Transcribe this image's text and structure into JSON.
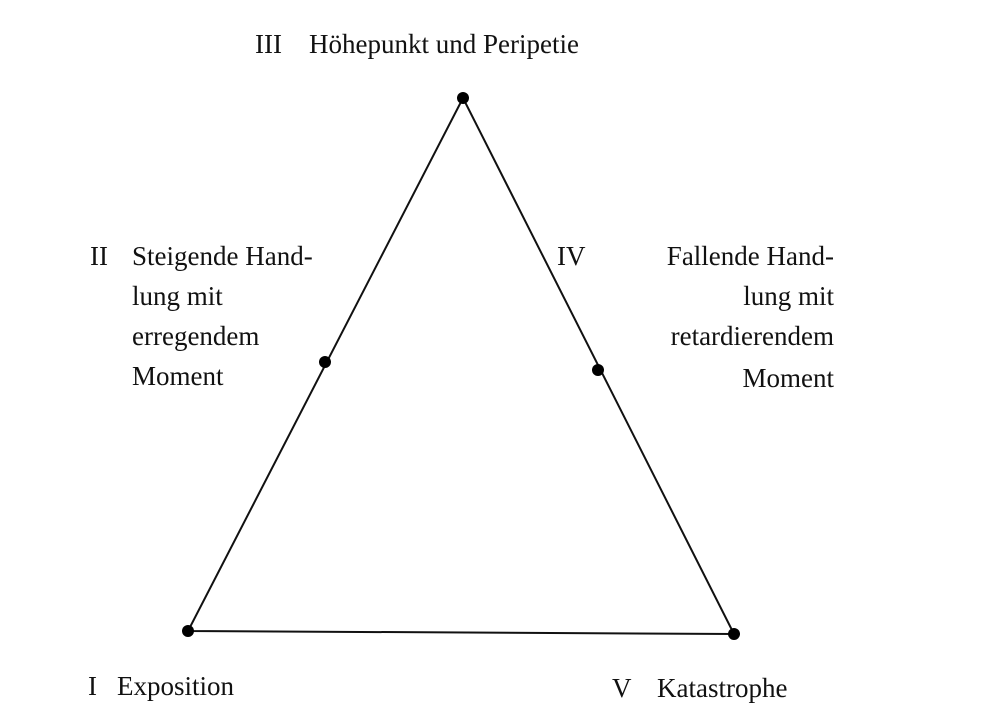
{
  "title": "Freytag pyramid",
  "stages": {
    "I": {
      "numeral": "I",
      "label": "Exposition"
    },
    "II": {
      "numeral": "II",
      "lines": [
        "Steigende Hand-",
        "lung mit",
        "erregendem",
        "Moment"
      ]
    },
    "III": {
      "numeral": "III",
      "label": "Höhepunkt und Peripetie"
    },
    "IV": {
      "numeral": "IV",
      "lines": [
        "Fallende Hand-",
        "lung mit",
        "retardierendem",
        "Moment"
      ]
    },
    "V": {
      "numeral": "V",
      "label": "Katastrophe"
    }
  },
  "colors": {
    "line": "#111111",
    "background": "#ffffff"
  }
}
